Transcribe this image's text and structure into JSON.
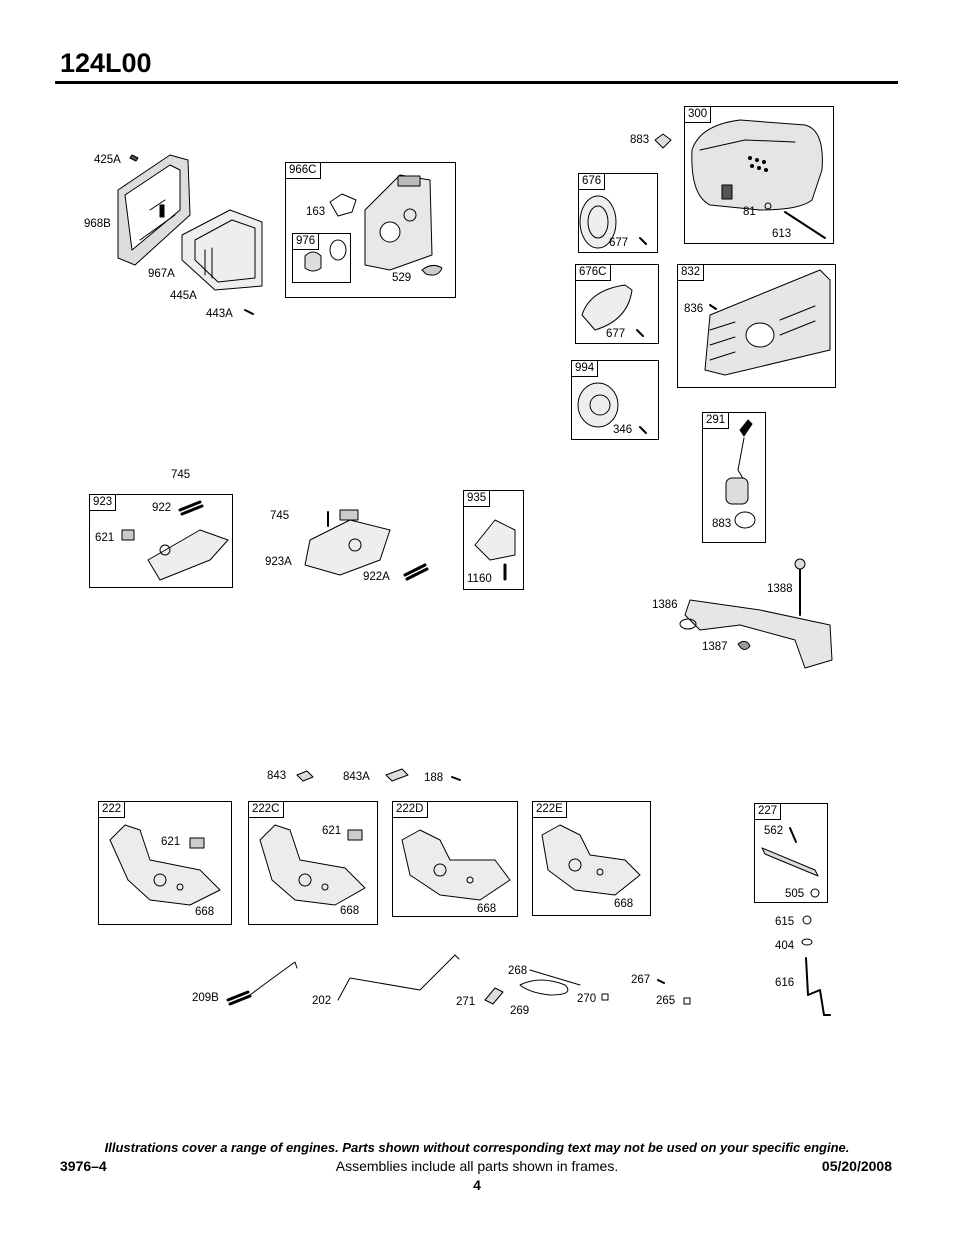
{
  "header": {
    "model": "124L00"
  },
  "frames": {
    "f966C": "966C",
    "f976": "976",
    "f300": "300",
    "f676": "676",
    "f676C": "676C",
    "f832": "832",
    "f994": "994",
    "f291": "291",
    "f923": "923",
    "f935": "935",
    "f222": "222",
    "f222C": "222C",
    "f222D": "222D",
    "f222E": "222E",
    "f227": "227"
  },
  "parts": {
    "p425A": "425A",
    "p968B": "968B",
    "p967A": "967A",
    "p445A": "445A",
    "p443A": "443A",
    "p163": "163",
    "p529": "529",
    "p883a": "883",
    "p81": "81",
    "p613": "613",
    "p677a": "677",
    "p677b": "677",
    "p836": "836",
    "p346": "346",
    "p883b": "883",
    "p745a": "745",
    "p922": "922",
    "p621a": "621",
    "p745b": "745",
    "p923A": "923A",
    "p922A": "922A",
    "p1160": "1160",
    "p1388": "1388",
    "p1386": "1386",
    "p1387": "1387",
    "p843": "843",
    "p843A": "843A",
    "p188": "188",
    "p621b": "621",
    "p668a": "668",
    "p621c": "621",
    "p668b": "668",
    "p668c": "668",
    "p668d": "668",
    "p562": "562",
    "p505": "505",
    "p615": "615",
    "p404": "404",
    "p616": "616",
    "p209B": "209B",
    "p202": "202",
    "p268": "268",
    "p271": "271",
    "p269": "269",
    "p270": "270",
    "p267": "267",
    "p265": "265"
  },
  "footer": {
    "note": "Illustrations cover a range of engines. Parts shown without corresponding text may not be used on your specific engine.",
    "doc_number": "3976–4",
    "assembly_note": "Assemblies include all parts shown in frames.",
    "date": "05/20/2008",
    "page": "4"
  }
}
